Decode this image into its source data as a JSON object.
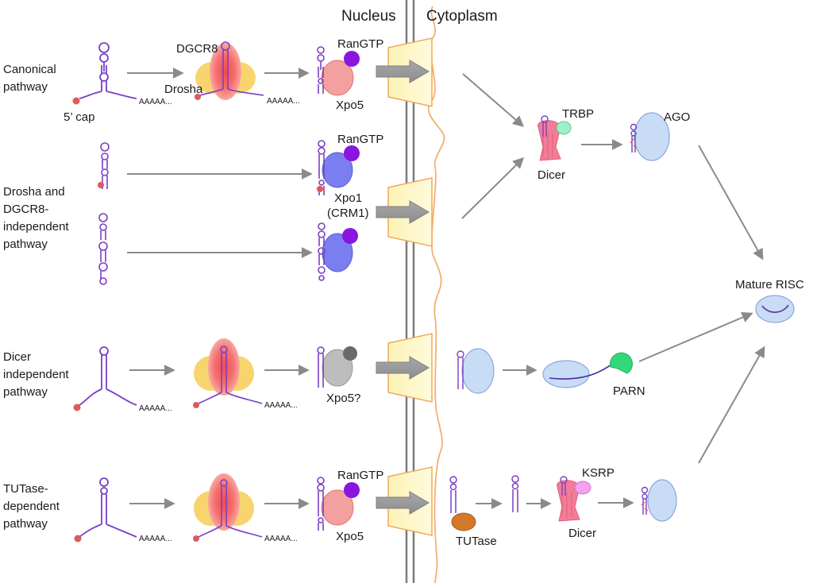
{
  "header": {
    "nucleus": "Nucleus",
    "cytoplasm": "Cytoplasm"
  },
  "pathways": {
    "canonical": [
      "Canonical",
      "pathway"
    ],
    "drosha_dgcr8_independent": [
      "Drosha and",
      "DGCR8-",
      "independent",
      "pathway"
    ],
    "dicer_independent": [
      "Dicer",
      "independent",
      "pathway"
    ],
    "tutase_dependent": [
      "TUTase-",
      "dependent",
      "pathway"
    ]
  },
  "labels": {
    "five_cap": "5’ cap",
    "dgcr8": "DGCR8",
    "drosha": "Drosha",
    "polyA": "AAAAA...",
    "rangtp": "RanGTP",
    "xpo5": "Xpo5",
    "xpo1": "Xpo1",
    "crm1": "(CRM1)",
    "xpo5q": "Xpo5?",
    "trbp": "TRBP",
    "dicer": "Dicer",
    "ago": "AGO",
    "mature_risc": "Mature RISC",
    "parn": "PARN",
    "tutase": "TUTase",
    "ksrp": "KSRP"
  },
  "colors": {
    "rna": "#7b3fc4",
    "cap": "#e05a5a",
    "drosha": "#f7cf5e",
    "dgcr8": "#f35a5a",
    "xpo5": "#f4a0a0",
    "xpo1": "#7b7ef0",
    "ran": "#8a14e0",
    "xpo5q": "#bdbdbd",
    "ran_grey": "#6a6a6a",
    "pore": "#fdf6c0",
    "pore_edge": "#f0a85a",
    "dicer": "#f37d96",
    "trbp": "#9ef0c8",
    "ago": "#c9dcf6",
    "ago_edge": "#8aa8dc",
    "parn": "#33d87a",
    "tutase": "#d27a2a",
    "ksrp": "#f5a0f0",
    "arrow": "#8a8a8a",
    "membrane": "#7a7a7a"
  }
}
